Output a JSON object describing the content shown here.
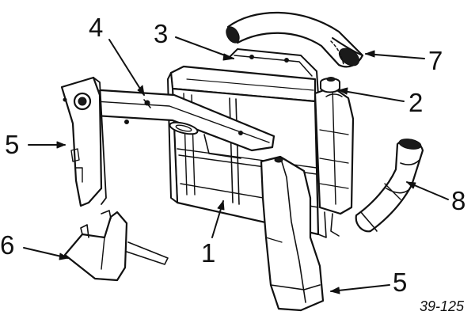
{
  "callouts": {
    "c1": "1",
    "c2": "2",
    "c3": "3",
    "c4": "4",
    "c5_left": "5",
    "c5_right": "5",
    "c6": "6",
    "c7": "7",
    "c8": "8"
  },
  "figure_ref": "39-125"
}
